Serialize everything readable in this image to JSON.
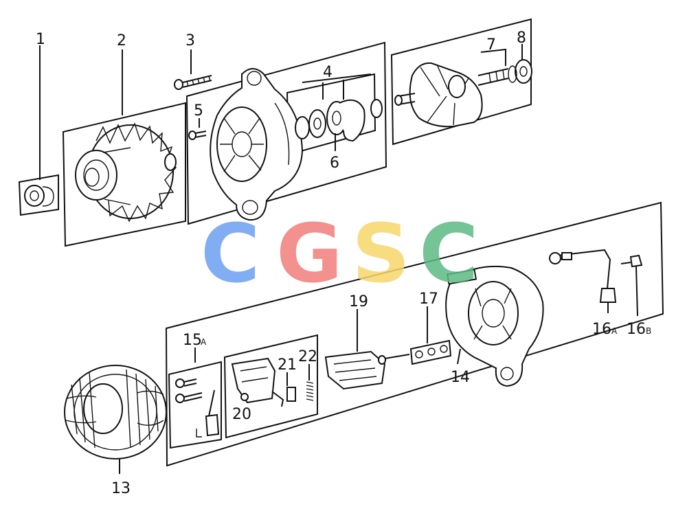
{
  "labels": {
    "p1": "1",
    "p2": "2",
    "p3": "3",
    "p4": "4",
    "p5": "5",
    "p6": "6",
    "p7": "7",
    "p8": "8",
    "p13": "13",
    "p14": "14",
    "p15": "15",
    "p15_sub": "A",
    "p16a": "16",
    "p16a_sub": "A",
    "p16b": "16",
    "p16b_sub": "B",
    "p17": "17",
    "p19": "19",
    "p20": "20",
    "p21": "21",
    "p22": "22"
  },
  "watermark": {
    "letters": [
      "C",
      "G",
      "S",
      "C"
    ],
    "colors": [
      "#6c9ff0",
      "#f07e7b",
      "#f7d66a",
      "#5cba84"
    ]
  }
}
